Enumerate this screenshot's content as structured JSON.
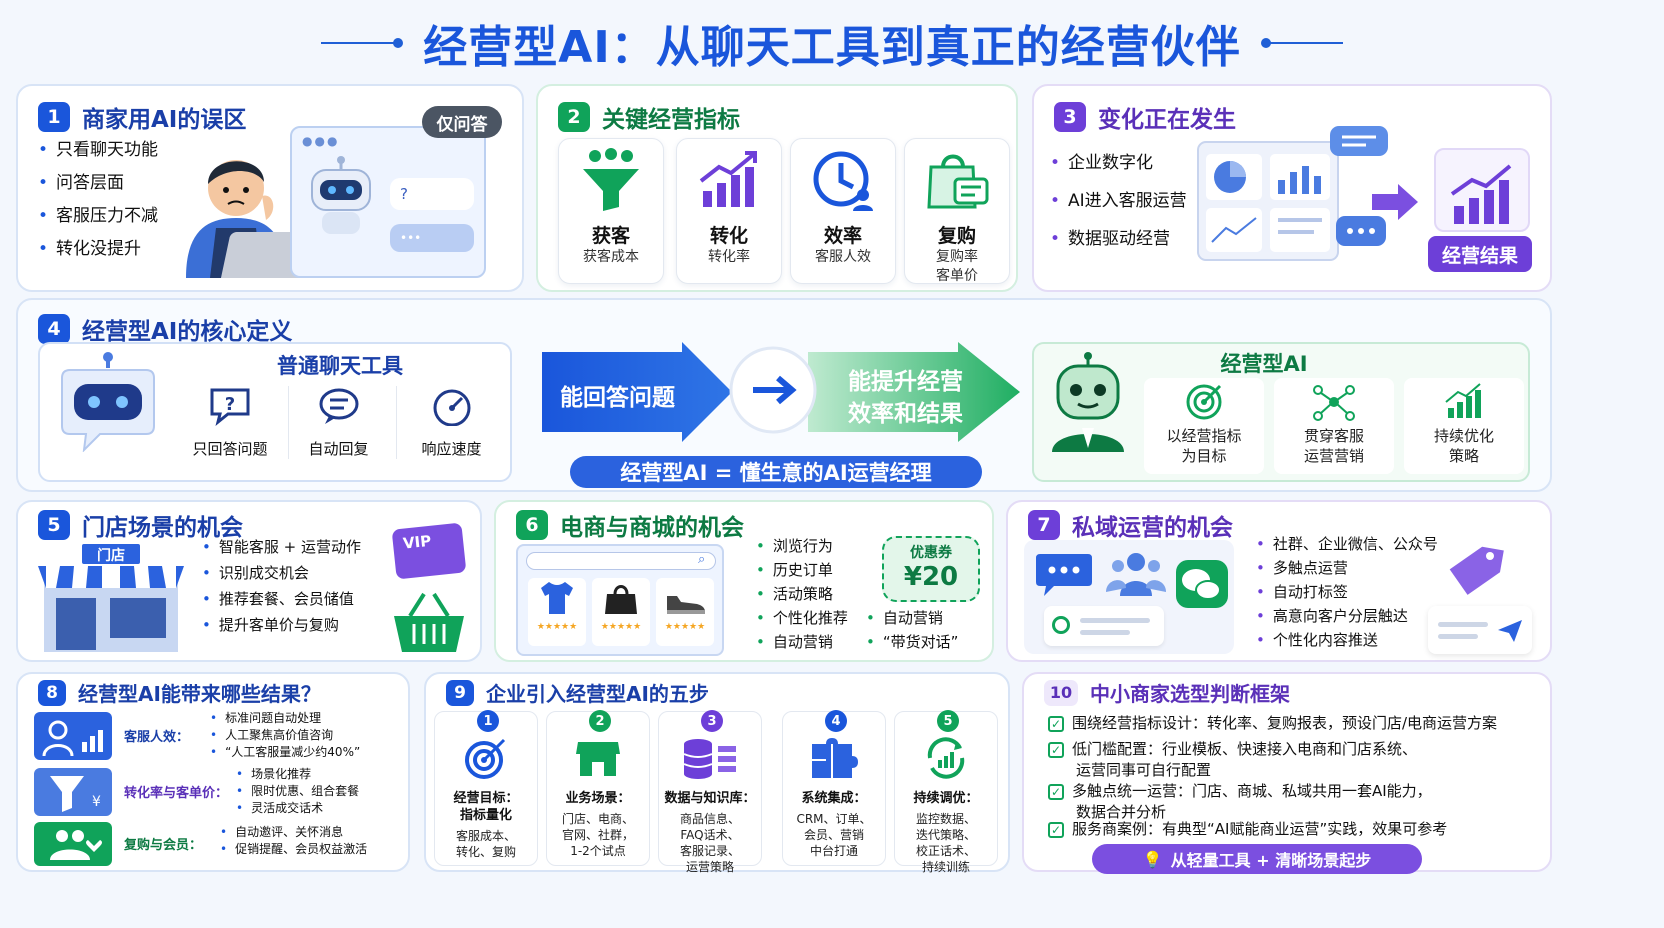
{
  "title": "经营型AI：从聊天工具到真正的经营伙伴",
  "s1": {
    "num": "1",
    "title": "商家用AI的误区",
    "items": [
      "只看聊天功能",
      "问答层面",
      "客服压力不减",
      "转化没提升"
    ],
    "badge": "仅问答",
    "bubble": "?"
  },
  "s2": {
    "num": "2",
    "title": "关键经营指标",
    "tiles": [
      {
        "title": "获客",
        "sub1": "获客成本",
        "sub2": ""
      },
      {
        "title": "转化",
        "sub1": "转化率",
        "sub2": ""
      },
      {
        "title": "效率",
        "sub1": "客服人效",
        "sub2": ""
      },
      {
        "title": "复购",
        "sub1": "复购率",
        "sub2": "客单价"
      }
    ]
  },
  "s3": {
    "num": "3",
    "title": "变化正在发生",
    "items": [
      "企业数字化",
      "AI进入客服运营",
      "数据驱动经营"
    ],
    "result": "经营结果"
  },
  "s4": {
    "num": "4",
    "title": "经营型AI的核心定义",
    "left_title": "普通聊天工具",
    "left_items": [
      "只回答问题",
      "自动回复",
      "响应速度"
    ],
    "arrow_left": "能回答问题",
    "arrow_right_1": "能提升经营",
    "arrow_right_2": "效率和结果",
    "equation": "经营型AI = 懂生意的AI运营经理",
    "right_title": "经营型AI",
    "right_items": [
      {
        "l1": "以经营指标",
        "l2": "为目标"
      },
      {
        "l1": "贯穿客服",
        "l2": "运营营销"
      },
      {
        "l1": "持续优化",
        "l2": "策略"
      }
    ]
  },
  "s5": {
    "num": "5",
    "title": "门店场景的机会",
    "store": "门店",
    "vip": "VIP",
    "items": [
      "智能客服 + 运营动作",
      "识别成交机会",
      "推荐套餐、会员储值",
      "提升客单价与复购"
    ]
  },
  "s6": {
    "num": "6",
    "title": "电商与商城的机会",
    "items": [
      "浏览行为",
      "历史订单",
      "活动策略",
      "个性化推荐",
      "自动营销"
    ],
    "items2": [
      "自动营销",
      "“带货对话”"
    ],
    "coupon_label": "优惠券",
    "coupon_value": "¥20",
    "stars": "★★★★★"
  },
  "s7": {
    "num": "7",
    "title": "私域运营的机会",
    "items": [
      "社群、企业微信、公众号",
      "多触点运营",
      "自动打标签",
      "高意向客户分层触达",
      "个性化内容推送"
    ]
  },
  "s8": {
    "num": "8",
    "title": "经营型AI能带来哪些结果？",
    "rows": [
      {
        "label": "客服人效：",
        "points": [
          "标准问题自动处理",
          "人工聚焦高价值咨询",
          "“人工客服量减少约40%”"
        ]
      },
      {
        "label": "转化率与客单价：",
        "points": [
          "场景化推荐",
          "限时优惠、组合套餐",
          "灵活成交话术"
        ]
      },
      {
        "label": "复购与会员：",
        "points": [
          "自动邀评、关怀消息",
          "促销提醒、会员权益激活"
        ]
      }
    ]
  },
  "s9": {
    "num": "9",
    "title": "企业引入经营型AI的五步",
    "steps": [
      {
        "n": "1",
        "t1": "经营目标：",
        "t2": "指标量化",
        "d": [
          "客服成本、",
          "转化、复购"
        ]
      },
      {
        "n": "2",
        "t1": "业务场景：",
        "t2": "",
        "d": [
          "门店、电商、",
          "官网、社群，",
          "1-2个试点"
        ]
      },
      {
        "n": "3",
        "t1": "数据与知识库：",
        "t2": "",
        "d": [
          "商品信息、",
          "FAQ话术、",
          "客服记录、",
          "运营策略"
        ]
      },
      {
        "n": "4",
        "t1": "系统集成：",
        "t2": "",
        "d": [
          "CRM、订单、",
          "会员、营销",
          "中台打通"
        ]
      },
      {
        "n": "5",
        "t1": "持续调优：",
        "t2": "",
        "d": [
          "监控数据、",
          "迭代策略、",
          "校正话术、",
          "持续训练"
        ]
      }
    ]
  },
  "s10": {
    "num": "10",
    "title": "中小商家选型判断框架",
    "checks": [
      [
        "围绕经营指标设计：转化率、复购报表，预设门店/电商运营方案"
      ],
      [
        "低门槛配置：行业模板、快速接入电商和门店系统、",
        "运营同事可自行配置"
      ],
      [
        "多触点统一运营：门店、商城、私域共用一套AI能力，",
        "数据合并分析"
      ],
      [
        "服务商案例：有典型“AI赋能商业运营”实践，效果可参考"
      ]
    ],
    "footer": "从轻量工具 + 清晰场景起步"
  }
}
